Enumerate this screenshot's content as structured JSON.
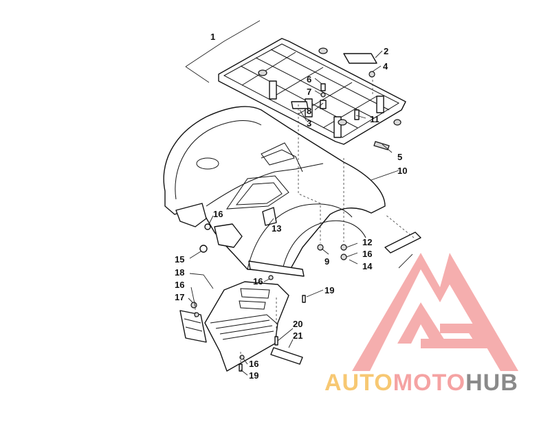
{
  "callouts": [
    {
      "id": "1",
      "text": "1"
    },
    {
      "id": "2",
      "text": "2"
    },
    {
      "id": "3",
      "text": "3"
    },
    {
      "id": "4",
      "text": "4"
    },
    {
      "id": "5",
      "text": "5"
    },
    {
      "id": "6",
      "text": "6"
    },
    {
      "id": "7",
      "text": "7"
    },
    {
      "id": "8",
      "text": "8"
    },
    {
      "id": "9",
      "text": "9"
    },
    {
      "id": "10",
      "text": "10"
    },
    {
      "id": "11",
      "text": "11"
    },
    {
      "id": "12",
      "text": "12"
    },
    {
      "id": "13",
      "text": "13"
    },
    {
      "id": "14",
      "text": "14"
    },
    {
      "id": "15",
      "text": "15"
    },
    {
      "id": "16a",
      "text": "16"
    },
    {
      "id": "16b",
      "text": "16"
    },
    {
      "id": "16c",
      "text": "16"
    },
    {
      "id": "16d",
      "text": "16"
    },
    {
      "id": "16e",
      "text": "16"
    },
    {
      "id": "17",
      "text": "17"
    },
    {
      "id": "18",
      "text": "18"
    },
    {
      "id": "19a",
      "text": "19"
    },
    {
      "id": "19b",
      "text": "19"
    },
    {
      "id": "20",
      "text": "20"
    },
    {
      "id": "21",
      "text": "21"
    }
  ],
  "watermark": {
    "part1": "AUTO",
    "part2": "MOTO",
    "part3": "HUB",
    "color1": "#f7c873",
    "color2": "#f5a3a3",
    "color3": "#8a8a8a",
    "logo_color": "#f4a0a0"
  }
}
